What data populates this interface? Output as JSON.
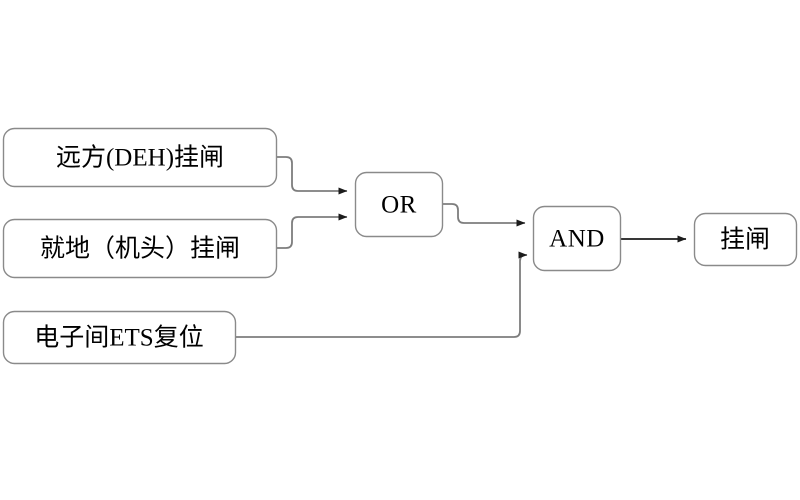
{
  "diagram": {
    "title": "",
    "colors": {
      "background": "#ffffff",
      "box_border": "#8a8a8a",
      "box_fill": "#ffffff",
      "connector": "#7d7d7d",
      "arrow": "#1c1c1c",
      "text": "#000000"
    },
    "inputs": [
      {
        "id": "remote-deh",
        "label": "远方(DEH)挂闸"
      },
      {
        "id": "local-head",
        "label": "就地（机头）挂闸"
      },
      {
        "id": "ets-reset",
        "label": "电子间ETS复位"
      }
    ],
    "gates": [
      {
        "id": "or-gate",
        "label": "OR"
      },
      {
        "id": "and-gate",
        "label": "AND"
      }
    ],
    "outputs": [
      {
        "id": "result",
        "label": "挂闸"
      }
    ],
    "connections": [
      {
        "from": "remote-deh",
        "to": "or-gate"
      },
      {
        "from": "local-head",
        "to": "or-gate"
      },
      {
        "from": "or-gate",
        "to": "and-gate"
      },
      {
        "from": "ets-reset",
        "to": "and-gate"
      },
      {
        "from": "and-gate",
        "to": "result"
      }
    ]
  }
}
